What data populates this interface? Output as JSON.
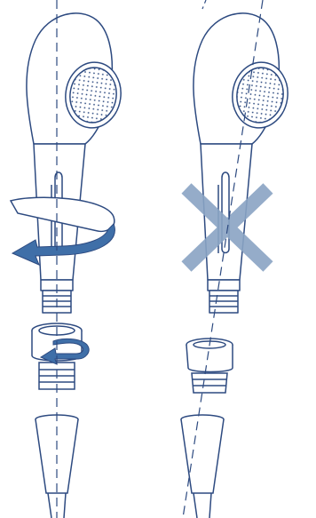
{
  "colors": {
    "line": "#2d4a80",
    "arrow_fill": "#3f6fa8",
    "arrow_light": "#ffffff",
    "cross": "#8aa4c4",
    "background": "#ffffff"
  },
  "panels": [
    {
      "id": "correct",
      "icons": [
        "shower-head-icon",
        "rotate-arrow-icon",
        "adapter-nut-icon",
        "hose-cone-icon",
        "axis-line"
      ]
    },
    {
      "id": "incorrect",
      "icons": [
        "shower-head-icon",
        "cross-mark-icon",
        "adapter-nut-icon",
        "hose-cone-icon",
        "tilted-axis-line"
      ]
    }
  ]
}
